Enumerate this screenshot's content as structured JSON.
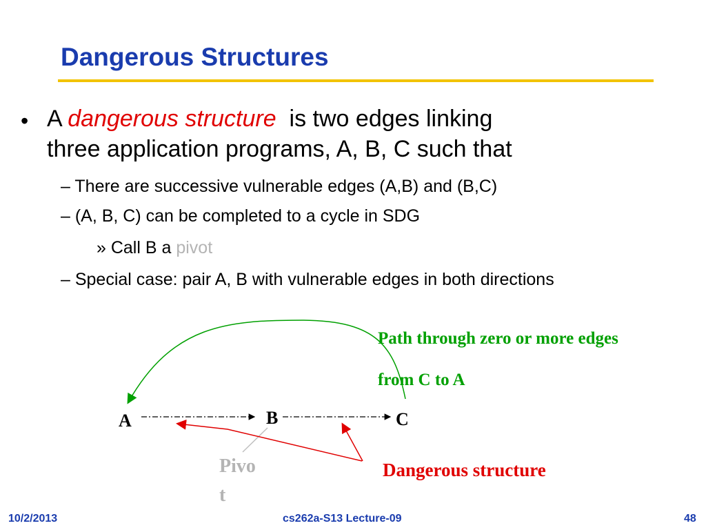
{
  "slide": {
    "title": "Dangerous Structures"
  },
  "bullets": {
    "main": {
      "prefix": "A ",
      "term": "dangerous structure",
      "rest_line1": "  is two edges linking",
      "line2": "three application programs, A, B, C such that"
    },
    "sub1": "– There are successive vulnerable edges (A,B) and (B,C)",
    "sub2": "– (A, B, C) can be completed to a cycle in SDG",
    "sub2_1_prefix": "» Call B a ",
    "sub2_1_term": "pivot",
    "sub3": "– Special case: pair A, B with vulnerable edges in both directions"
  },
  "diagram": {
    "node_a": "A",
    "node_b": "B",
    "node_c": "C",
    "path_label_line1": "Path through zero or more edges",
    "path_label_line2": "from C to A",
    "pivot_label_line1": "Pivo",
    "pivot_label_line2": "t",
    "dangerous_label": "Dangerous structure",
    "colors": {
      "cycle_path": "#00a000",
      "danger": "#e00000",
      "pivot": "#b4b4b4"
    }
  },
  "footer": {
    "date": "10/2/2013",
    "course": "cs262a-S13 Lecture-09",
    "page_number": "48"
  }
}
